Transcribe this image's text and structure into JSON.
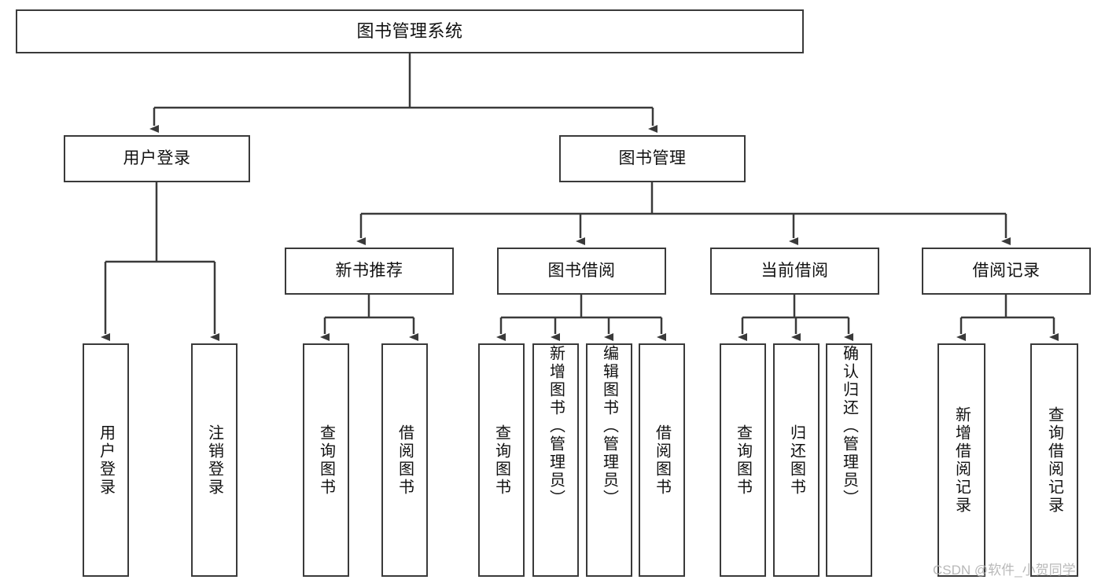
{
  "diagram": {
    "title": "图书管理系统",
    "type": "tree-hierarchy-chart",
    "watermark": "CSDN @软件_小贺同学",
    "stroke_color": "#3a3a3a",
    "text_color": "#111111",
    "background_color": "#ffffff"
  },
  "nodes": {
    "root": {
      "label": "图书管理系统"
    },
    "level1": [
      {
        "label": "用户登录"
      },
      {
        "label": "图书管理"
      }
    ],
    "level2": [
      {
        "label": "新书推荐"
      },
      {
        "label": "图书借阅"
      },
      {
        "label": "当前借阅"
      },
      {
        "label": "借阅记录"
      }
    ],
    "leaves": {
      "user_login": [
        {
          "label": "用户登录"
        },
        {
          "label": "注销登录"
        }
      ],
      "new_book_recommend": [
        {
          "label": "查询图书"
        },
        {
          "label": "借阅图书"
        }
      ],
      "book_borrow": [
        {
          "label": "查询图书"
        },
        {
          "label": "新增图书（管理员）"
        },
        {
          "label": "编辑图书（管理员）"
        },
        {
          "label": "借阅图书"
        }
      ],
      "current_borrow": [
        {
          "label": "查询图书"
        },
        {
          "label": "归还图书"
        },
        {
          "label": "确认归还（管理员）"
        }
      ],
      "borrow_record": [
        {
          "label": "新增借阅记录"
        },
        {
          "label": "查询借阅记录"
        }
      ]
    }
  }
}
